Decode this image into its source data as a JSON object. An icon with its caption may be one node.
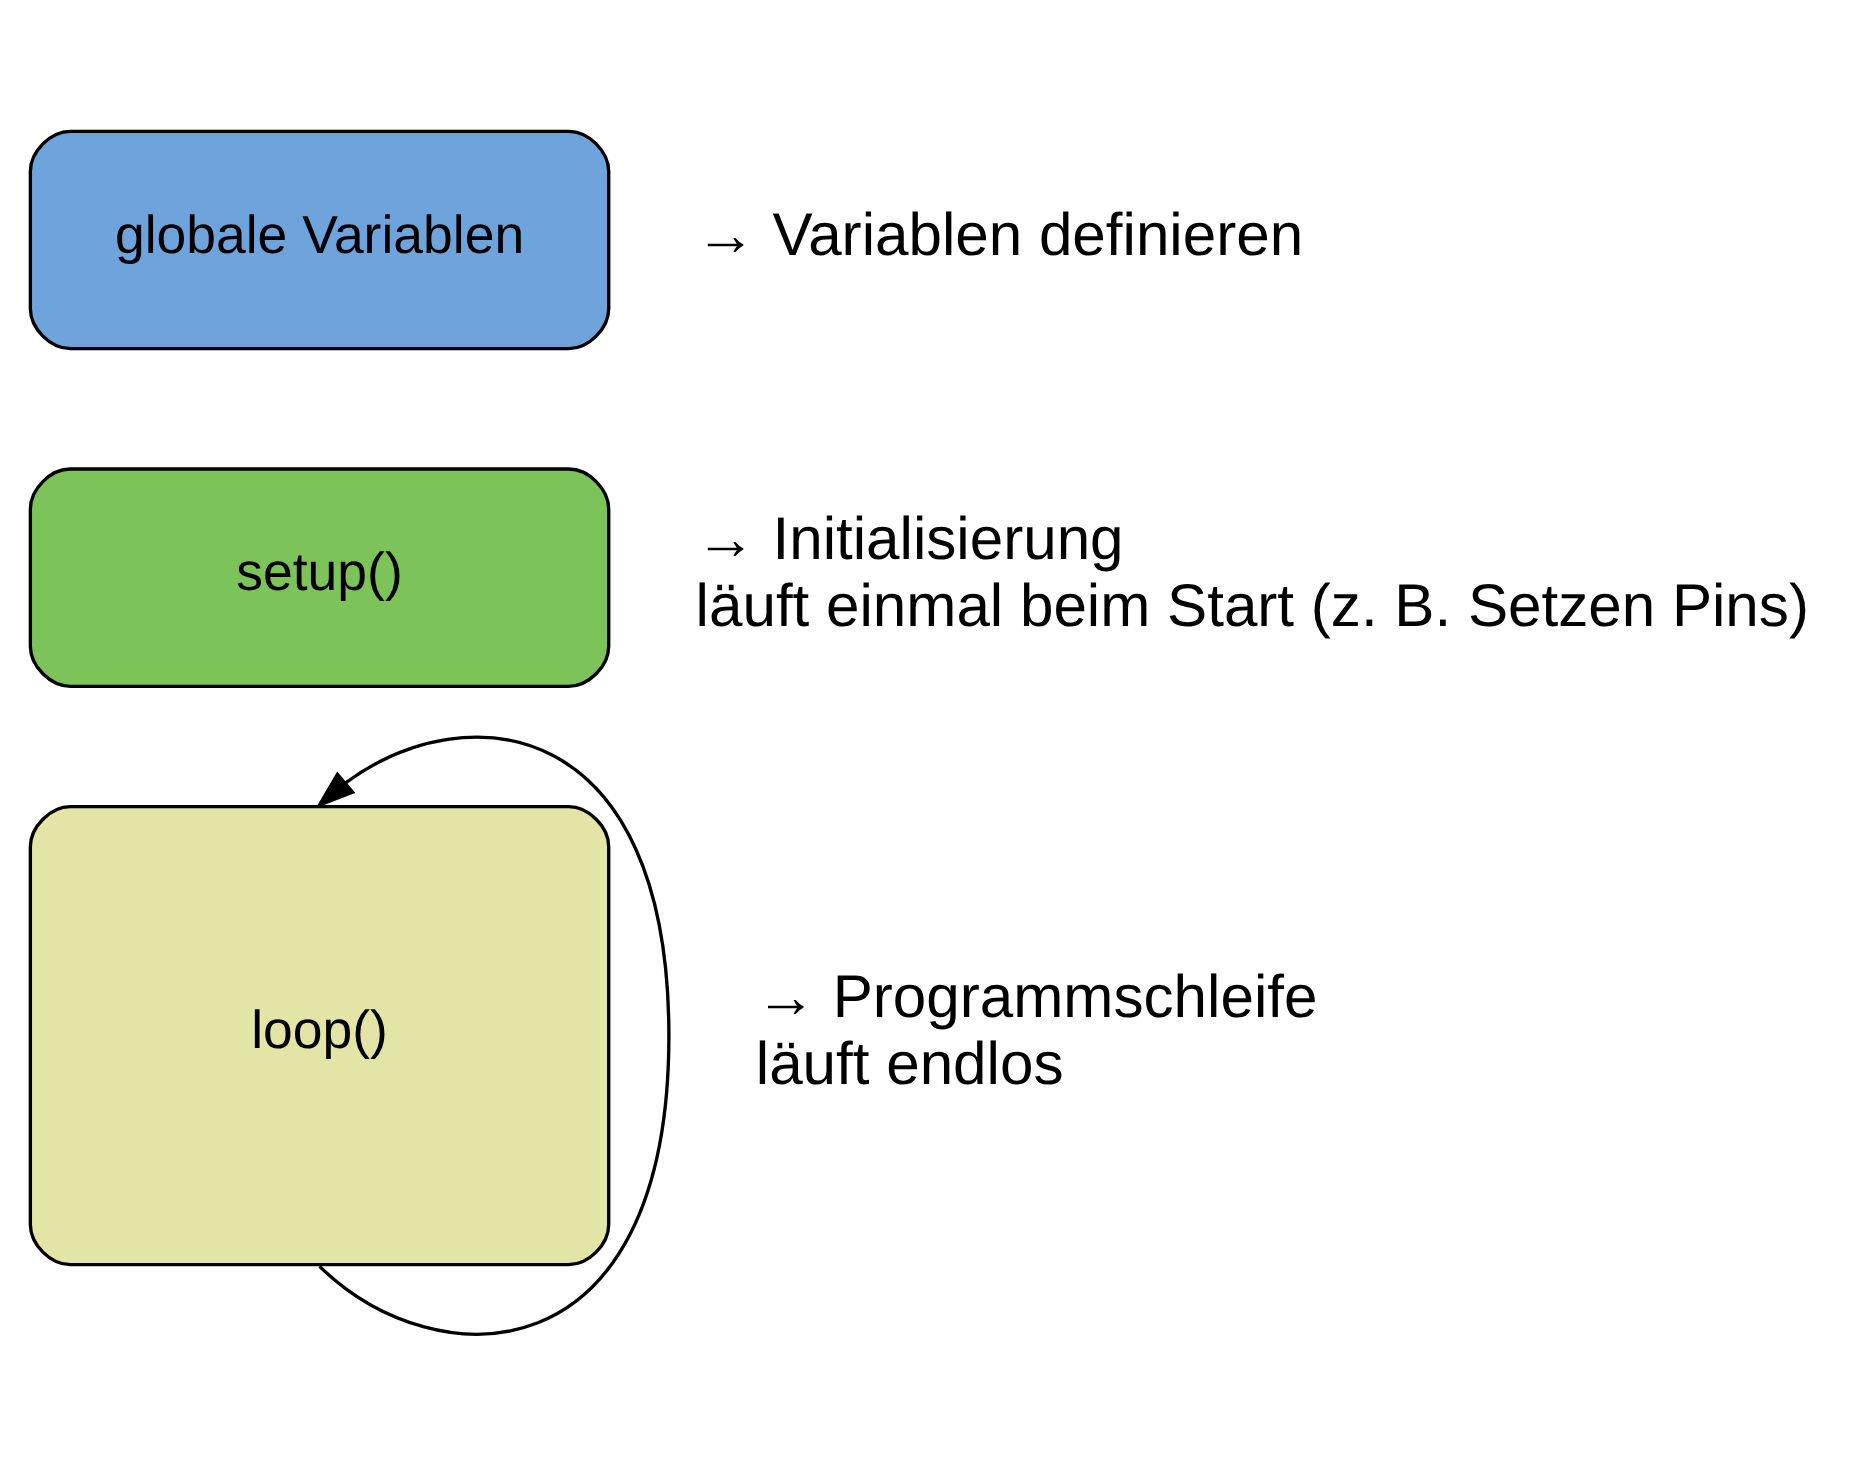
{
  "diagram": {
    "nodes": [
      {
        "text": [
          "globale Variablen"
        ],
        "beside": [
          "→ Variablen definieren"
        ]
      },
      {
        "text": [
          "setup()"
        ],
        "beside": [
          "→ Initialisierung",
          "läuft einmal beim Start (z. B. Setzen Pins)"
        ]
      },
      {
        "text": [
          "loop()"
        ],
        "beside": [
          "→ Programmschleife",
          "läuft endlos"
        ]
      }
    ],
    "edges": [
      {
        "from": 2,
        "to": 2,
        "arrow": "to"
      }
    ]
  }
}
